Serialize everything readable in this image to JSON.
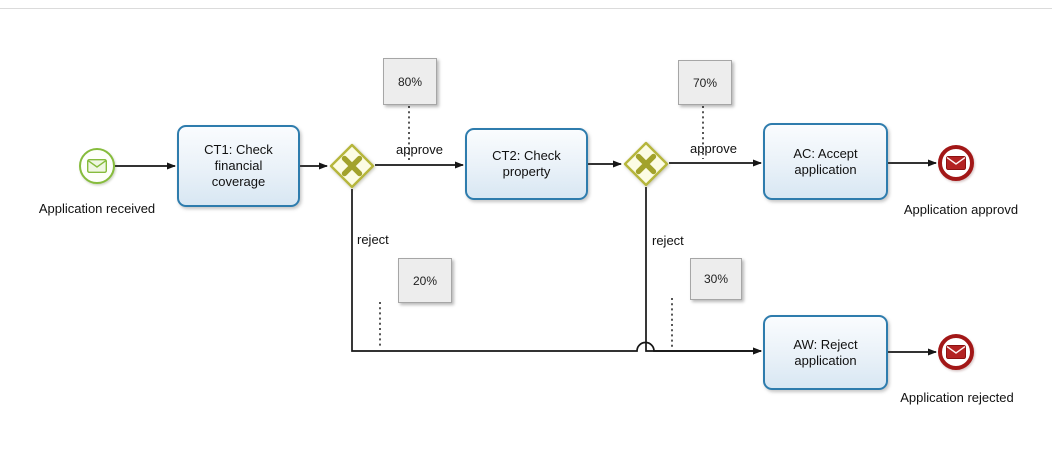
{
  "events": {
    "start": {
      "label": "Application received"
    },
    "end_approved": {
      "label": "Application approvd"
    },
    "end_rejected": {
      "label": "Application rejected"
    }
  },
  "tasks": {
    "ct1": {
      "label": "CT1: Check financial coverage"
    },
    "ct2": {
      "label": "CT2: Check property"
    },
    "ac": {
      "label": "AC: Accept application"
    },
    "aw": {
      "label": "AW: Reject application"
    }
  },
  "flows": {
    "approve1": {
      "label": "approve"
    },
    "approve2": {
      "label": "approve"
    },
    "reject1": {
      "label": "reject"
    },
    "reject2": {
      "label": "reject"
    }
  },
  "annotations": {
    "p80": {
      "label": "80%"
    },
    "p70": {
      "label": "70%"
    },
    "p20": {
      "label": "20%"
    },
    "p30": {
      "label": "30%"
    }
  },
  "colors": {
    "task_border": "#2e7cad",
    "task_fill": "#d8e7f3",
    "gateway_border": "#b6b63c",
    "gateway_fill": "#fcfce4",
    "gateway_marker": "#a2a22b",
    "start_event": "#86bc3c",
    "end_event": "#a21717",
    "note_fill": "#ededed",
    "connector": "#161616"
  }
}
